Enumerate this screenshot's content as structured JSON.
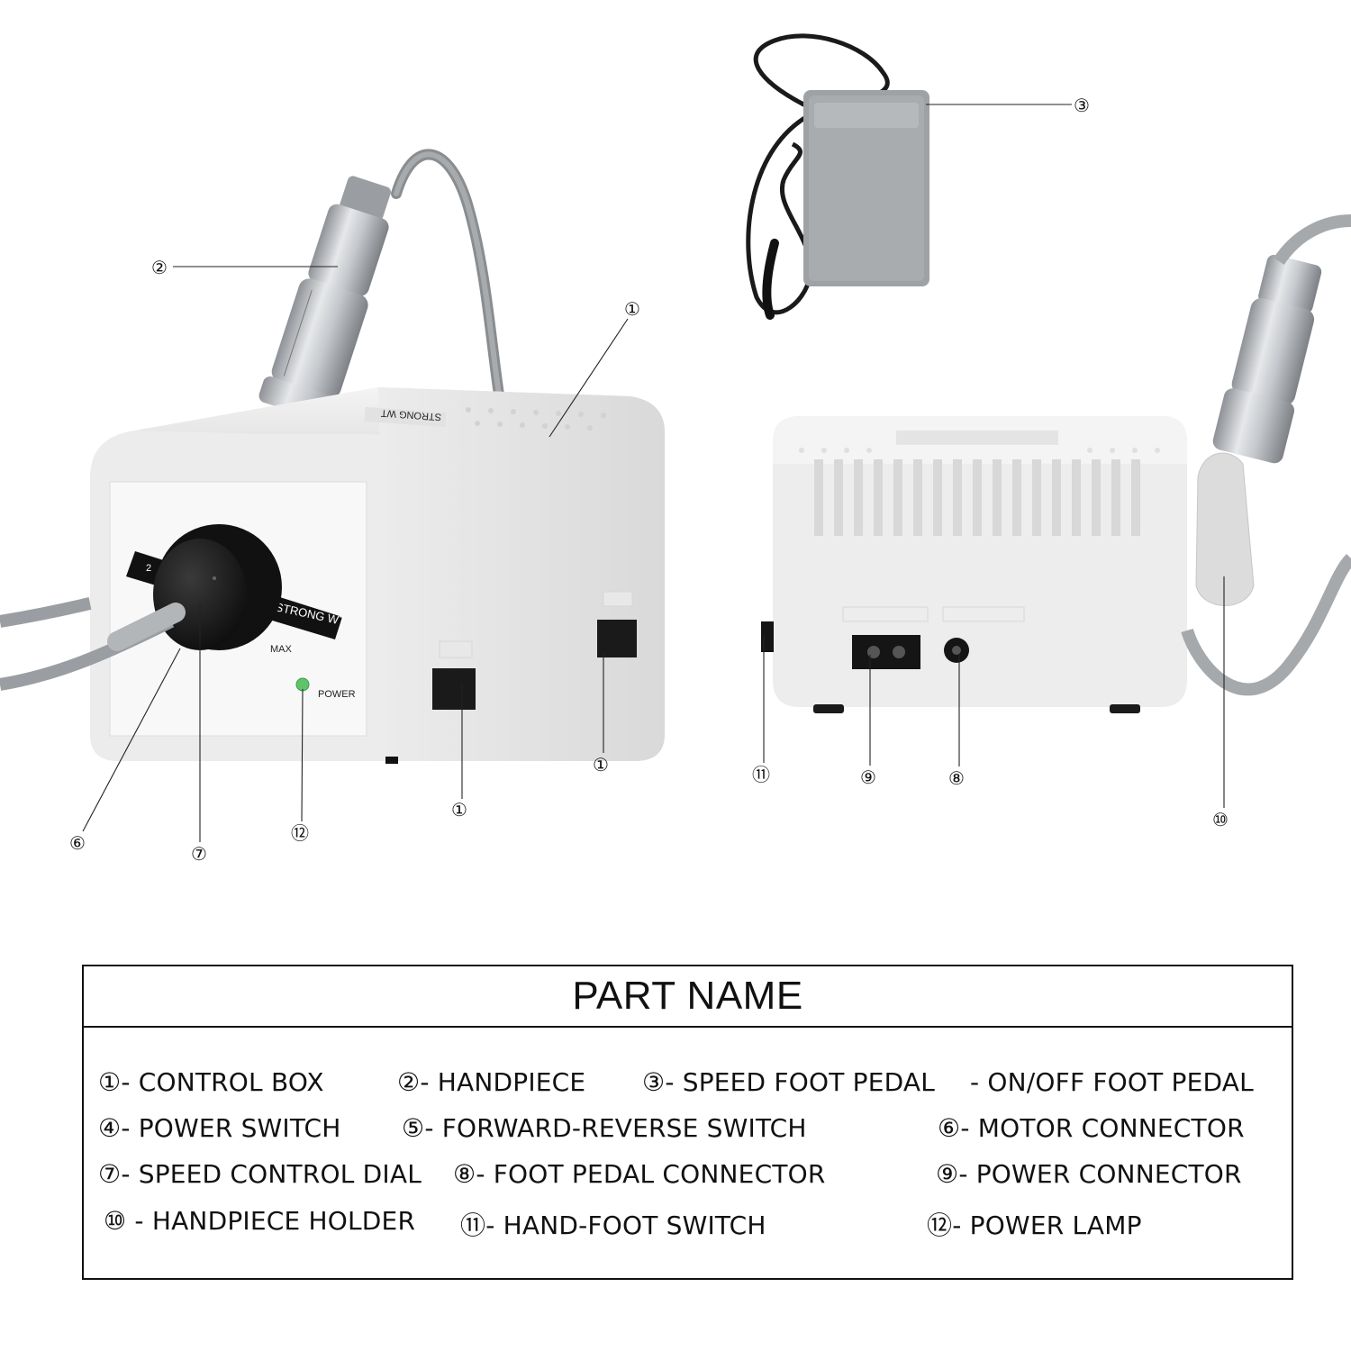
{
  "device": {
    "brand_front": "STRONG WT",
    "brand_top": "STRONG WT",
    "dial_max": "MAX",
    "dial_min": "2",
    "power_label": "POWER"
  },
  "callouts": [
    {
      "id": "c2",
      "text": "②"
    },
    {
      "id": "c1a",
      "text": "①"
    },
    {
      "id": "c3",
      "text": "③"
    },
    {
      "id": "c1b",
      "text": "①"
    },
    {
      "id": "c1c",
      "text": "①"
    },
    {
      "id": "c6",
      "text": "⑥"
    },
    {
      "id": "c7",
      "text": "⑦"
    },
    {
      "id": "c12",
      "text": "⑫"
    },
    {
      "id": "c11",
      "text": "⑪"
    },
    {
      "id": "c9",
      "text": "⑨"
    },
    {
      "id": "c8",
      "text": "⑧"
    },
    {
      "id": "c10",
      "text": "⑩"
    }
  ],
  "parts_table": {
    "title": "PART NAME",
    "entries": [
      {
        "num": "①",
        "text": "- CONTROL BOX"
      },
      {
        "num": "②",
        "text": "- HANDPIECE"
      },
      {
        "num": "③",
        "text": "- SPEED FOOT PEDAL"
      },
      {
        "num": "",
        "text": "- ON/OFF FOOT PEDAL"
      },
      {
        "num": "④",
        "text": "- POWER SWITCH"
      },
      {
        "num": "⑤",
        "text": "- FORWARD-REVERSE SWITCH"
      },
      {
        "num": "⑥",
        "text": "- MOTOR CONNECTOR"
      },
      {
        "num": "⑦",
        "text": "- SPEED CONTROL DIAL"
      },
      {
        "num": "⑧",
        "text": "- FOOT PEDAL CONNECTOR"
      },
      {
        "num": "⑨",
        "text": "- POWER CONNECTOR"
      },
      {
        "num": "⑩",
        "text": " - HANDPIECE HOLDER"
      },
      {
        "num": "⑪",
        "text": "- HAND-FOOT SWITCH"
      },
      {
        "num": "⑫",
        "text": "- POWER LAMP"
      }
    ]
  }
}
